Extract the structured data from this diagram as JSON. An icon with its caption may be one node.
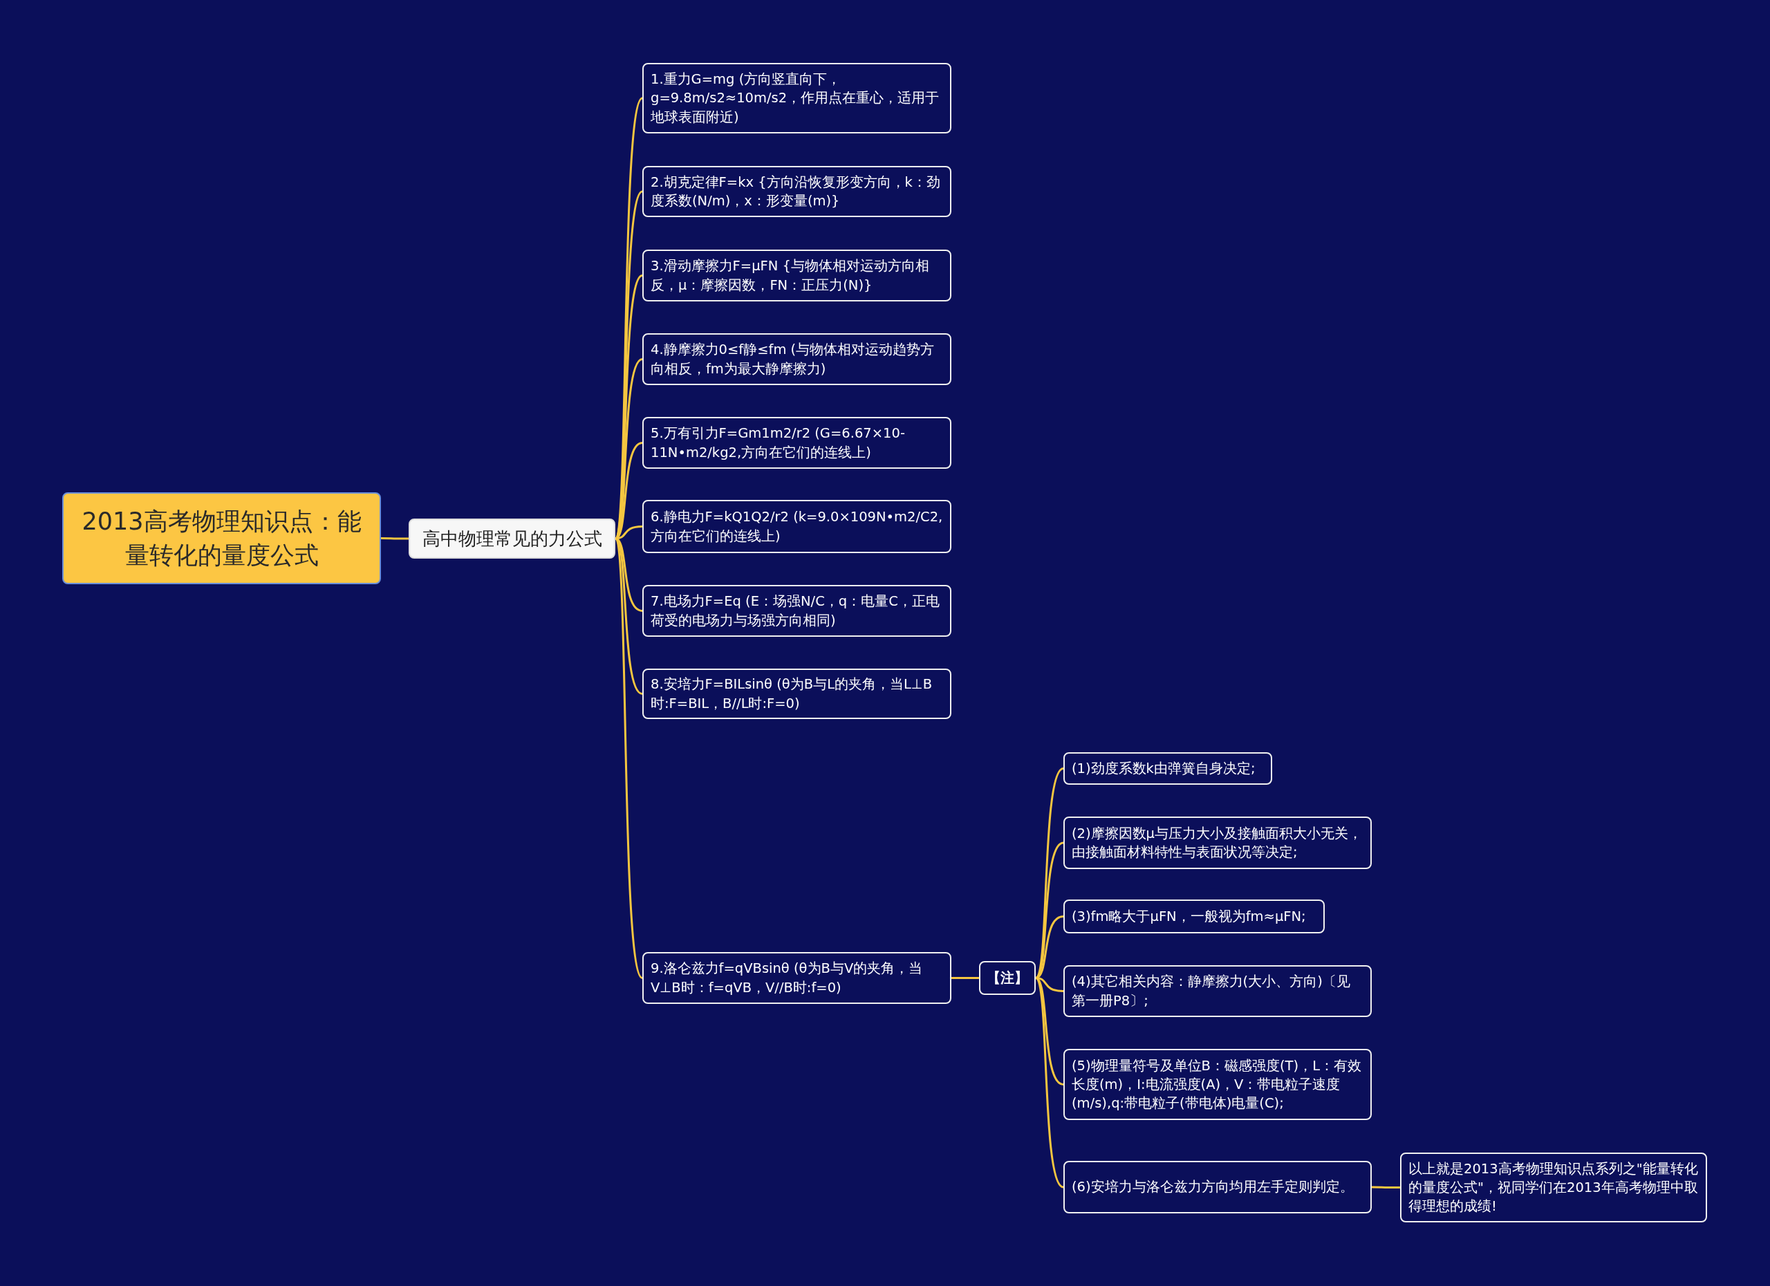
{
  "diagram": {
    "nodes": [
      {
        "text": [
          "2013高考物理知识点：能量转化的量度公式"
        ]
      },
      {
        "text": [
          "高中物理常见的力公式"
        ]
      },
      {
        "text": [
          "1.重力G=mg (方向竖直向下，g=9.8m/s2≈10m/s2，作用点在重心，适用于地球表面附近)"
        ]
      },
      {
        "text": [
          "2.胡克定律F=kx {方向沿恢复形变方向，k：劲度系数(N/m)，x：形变量(m)}"
        ]
      },
      {
        "text": [
          "3.滑动摩擦力F=μFN {与物体相对运动方向相反，μ：摩擦因数，FN：正压力(N)}"
        ]
      },
      {
        "text": [
          "4.静摩擦力0≤f静≤fm (与物体相对运动趋势方向相反，fm为最大静摩擦力)"
        ]
      },
      {
        "text": [
          "5.万有引力F=Gm1m2/r2 (G=6.67×10-11N•m2/kg2,方向在它们的连线上)"
        ]
      },
      {
        "text": [
          "6.静电力F=kQ1Q2/r2 (k=9.0×109N•m2/C2,方向在它们的连线上)"
        ]
      },
      {
        "text": [
          "7.电场力F=Eq (E：场强N/C，q：电量C，正电荷受的电场力与场强方向相同)"
        ]
      },
      {
        "text": [
          "8.安培力F=BILsinθ (θ为B与L的夹角，当L⊥B时:F=BIL，B//L时:F=0)"
        ]
      },
      {
        "text": [
          "9.洛仑兹力f=qVBsinθ (θ为B与V的夹角，当V⊥B时：f=qVB，V//B时:f=0)"
        ]
      },
      {
        "text": [
          "【注】"
        ]
      },
      {
        "text": [
          "(1)劲度系数k由弹簧自身决定;"
        ]
      },
      {
        "text": [
          "(2)摩擦因数μ与压力大小及接触面积大小无关，由接触面材料特性与表面状况等决定;"
        ]
      },
      {
        "text": [
          "(3)fm略大于μFN，一般视为fm≈μFN;"
        ]
      },
      {
        "text": [
          "(4)其它相关内容：静摩擦力(大小、方向)〔见第一册P8〕;"
        ]
      },
      {
        "text": [
          "(5)物理量符号及单位B：磁感强度(T)，L：有效长度(m)，I:电流强度(A)，V：带电粒子速度(m/s),q:带电粒子(带电体)电量(C);"
        ]
      },
      {
        "text": [
          "(6)安培力与洛仑兹力方向均用左手定则判定。"
        ]
      },
      {
        "text": [
          "以上就是2013高考物理知识点系列之\"能量转化的量度公式\"，祝同学们在2013年高考物理中取得理想的成绩!"
        ]
      }
    ],
    "edges": [
      {
        "from": 0,
        "to": 1,
        "arrow": "none"
      },
      {
        "from": 1,
        "to": 2,
        "arrow": "none"
      },
      {
        "from": 1,
        "to": 3,
        "arrow": "none"
      },
      {
        "from": 1,
        "to": 4,
        "arrow": "none"
      },
      {
        "from": 1,
        "to": 5,
        "arrow": "none"
      },
      {
        "from": 1,
        "to": 6,
        "arrow": "none"
      },
      {
        "from": 1,
        "to": 7,
        "arrow": "none"
      },
      {
        "from": 1,
        "to": 8,
        "arrow": "none"
      },
      {
        "from": 1,
        "to": 9,
        "arrow": "none"
      },
      {
        "from": 1,
        "to": 10,
        "arrow": "none"
      },
      {
        "from": 10,
        "to": 11,
        "arrow": "none"
      },
      {
        "from": 11,
        "to": 12,
        "arrow": "none"
      },
      {
        "from": 11,
        "to": 13,
        "arrow": "none"
      },
      {
        "from": 11,
        "to": 14,
        "arrow": "none"
      },
      {
        "from": 11,
        "to": 15,
        "arrow": "none"
      },
      {
        "from": 11,
        "to": 16,
        "arrow": "none"
      },
      {
        "from": 11,
        "to": 17,
        "arrow": "none"
      },
      {
        "from": 17,
        "to": 18,
        "arrow": "none"
      }
    ]
  }
}
